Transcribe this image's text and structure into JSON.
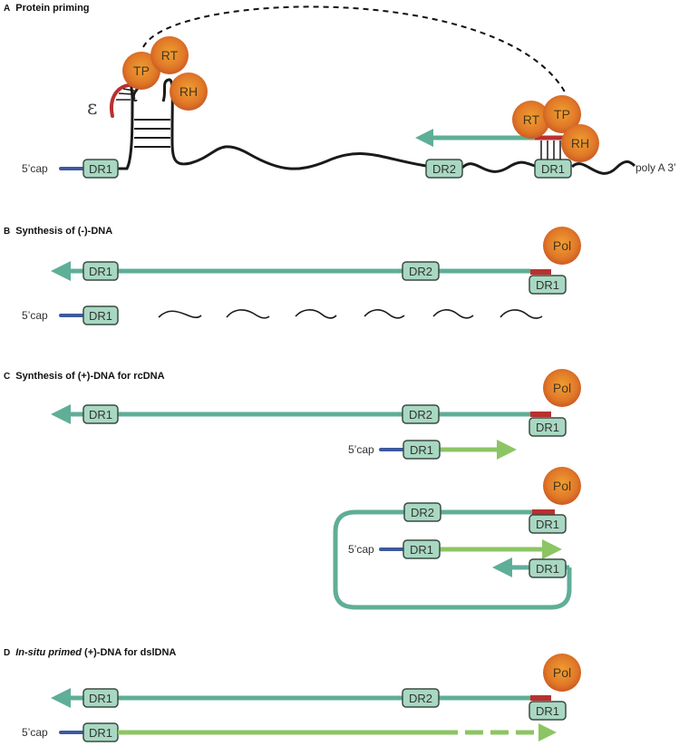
{
  "panels": {
    "a": {
      "letter": "A",
      "title": "Protein priming"
    },
    "b": {
      "letter": "B",
      "title": "Synthesis of (-)-DNA"
    },
    "c": {
      "letter": "C",
      "title": "Synthesis of (+)-DNA for rcDNA"
    },
    "d": {
      "letter": "D",
      "title_italic": "In-situ primed",
      "title_rest": " (+)-DNA for dslDNA"
    }
  },
  "labels": {
    "cap": "5’cap",
    "polya": "poly A  3’",
    "epsilon": "ε",
    "dr1": "DR1",
    "dr2": "DR2",
    "tp": "TP",
    "rt": "RT",
    "rh": "RH",
    "pol": "Pol"
  },
  "colors": {
    "minus_strand": "#5fae97",
    "plus_strand": "#8cc563",
    "cap_line": "#3d5a9e",
    "primer": "#b8312f",
    "box_fill": "#a8d8c2",
    "box_stroke": "#3a4a44",
    "protein": "#e07a30",
    "rna": "#1a1a1a"
  }
}
